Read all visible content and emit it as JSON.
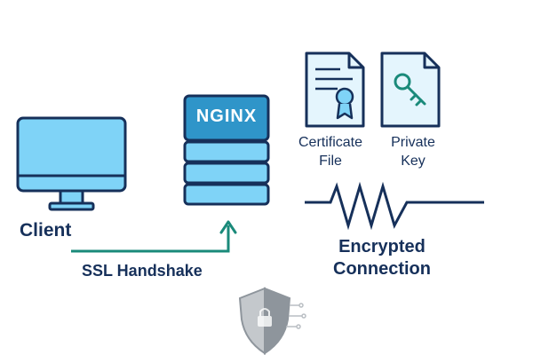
{
  "diagram": {
    "client": {
      "label": "Client"
    },
    "server": {
      "brand": "NGINX"
    },
    "handshake": {
      "label": "SSL Handshake"
    },
    "certificate": {
      "label": "Certificate File"
    },
    "private_key": {
      "label": "Private Key"
    },
    "connection": {
      "label": "Encrypted Connection"
    },
    "colors": {
      "outline": "#16305a",
      "screen_fill": "#7fd3f7",
      "server_header": "#2f95c9",
      "server_body": "#7fd3f7",
      "document_fill": "#e4f5fd",
      "arrow": "#1a8a7a",
      "shield_light": "#c4c8cc",
      "shield_dark": "#8e959c"
    },
    "icons": {
      "client": "monitor-icon",
      "server": "server-stack-icon",
      "certificate": "certificate-document-icon",
      "key": "key-document-icon",
      "shield": "shield-lock-icon"
    }
  }
}
